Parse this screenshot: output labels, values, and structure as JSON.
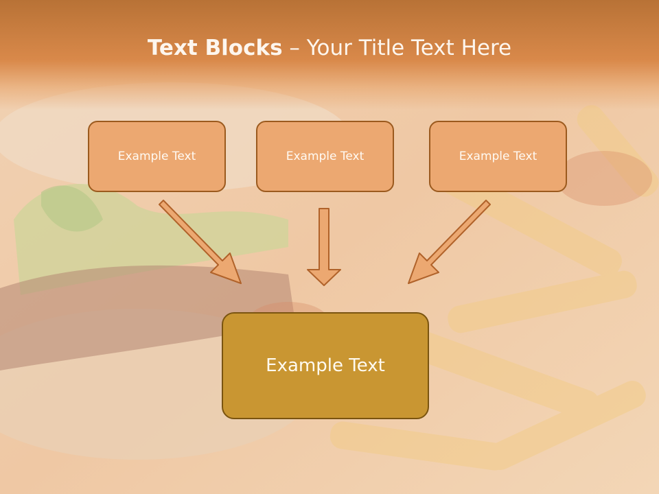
{
  "title": {
    "bold": "Text Blocks",
    "separator": " – ",
    "rest": "Your Title Text Here"
  },
  "blocks": [
    {
      "text": "Example Text"
    },
    {
      "text": "Example Text"
    },
    {
      "text": "Example Text"
    }
  ],
  "target": {
    "text": "Example Text"
  },
  "colors": {
    "title_band": "#d9894a",
    "small_fill": "#eca871",
    "small_border": "#9b5a1e",
    "big_fill": "#c99632",
    "big_border": "#7a5410",
    "arrow_fill": "#eca871",
    "arrow_stroke": "#b0622a"
  },
  "background_image": "burger-and-fries-photo"
}
